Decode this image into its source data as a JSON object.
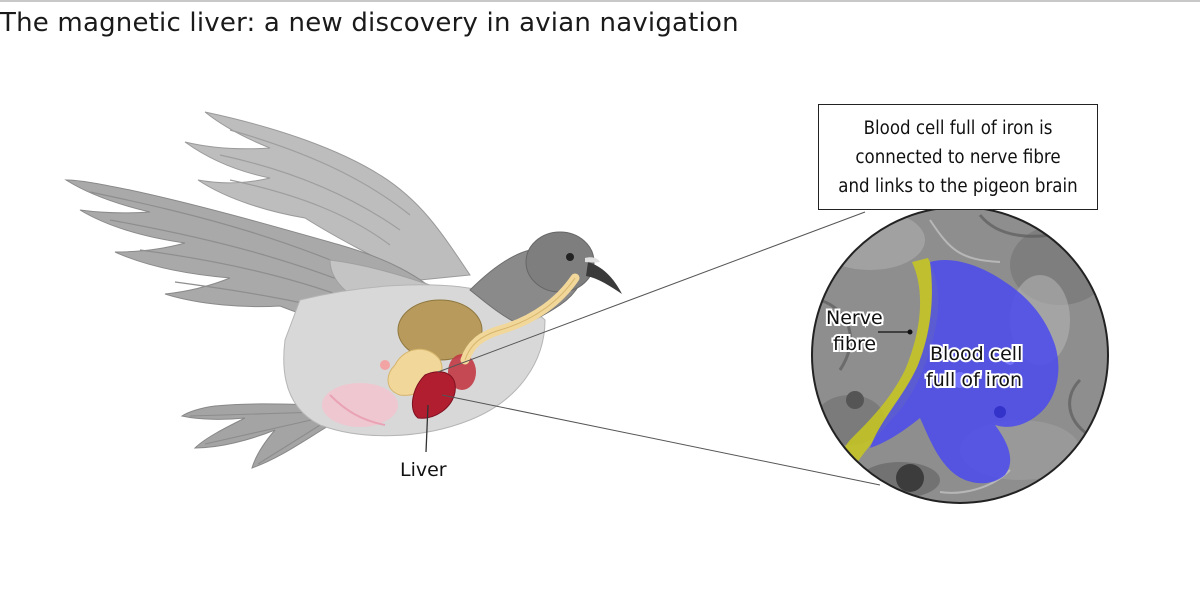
{
  "title": "The magnetic liver: a new discovery in avian navigation",
  "callout": {
    "lines": [
      "Blood cell full of iron is",
      "connected to nerve fibre",
      "and links to the pigeon brain"
    ]
  },
  "labels": {
    "liver": "Liver",
    "nerve_fibre": [
      "Nerve",
      "fibre"
    ],
    "blood_cell": [
      "Blood cell",
      "full of iron"
    ]
  },
  "colors": {
    "liver": "#b01e30",
    "nerve_fibre": "#c8c81e",
    "blood_cell": "#4a4aee",
    "micrograph": "#8e8e8e",
    "feathers": "#a8a8a8"
  },
  "icons": {
    "bird": "pigeon-illustration",
    "micrograph": "electron-micrograph-circle"
  }
}
